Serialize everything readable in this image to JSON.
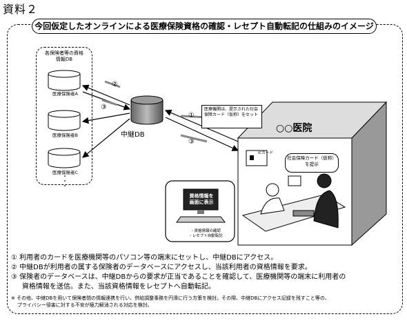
{
  "doc_label": "資料２",
  "title": "今回仮定したオンラインによる医療保険資格の確認・レセプト自動転記の仕組みのイメージ",
  "db_group": {
    "title": "各保険者等の資格情報DB",
    "insurers": [
      "医療保険者A",
      "医療保険者B",
      "医療保険者C"
    ],
    "ellipsis": "・\n・\n・"
  },
  "relay_db_label": "中継DB",
  "arrow_numbers": {
    "two": "②",
    "three_left": "③",
    "one": "①",
    "three_right": "③"
  },
  "hospital_name": "○○医院",
  "callout_clinic": "医療機関は、提示された社会保障カード（仮称）をセット",
  "ic_card_label": "ICカード",
  "callout_patient": "社会保障カード（仮称）を提示",
  "pc_screen_text": "資格情報を画面に表示",
  "pc_caption": "・資格情報の確認\n・レセプト自動転記",
  "steps": [
    "①  利用者のカードを医療機関等のパソコン等の端末にセットし、中継DBにアクセス。",
    "②  中継DBが利用者の属する保険者のデータベースにアクセスし、当該利用者の資格情報を要求。",
    "③  保険者のデータベースは、中継DBからの要求が正当であることを確認して、医療機関等の端末に利用者の",
    "     資格情報を送信。また、当該資格情報をレセプトへ自動転記。"
  ],
  "note_lines": [
    "※ その他、中継DBを用いて保険者間の情報連携を行い、併給調整事務を円滑に行う方策を検討。その際、中継DBにアクセス記録を残すこと等の、",
    "    プライバシー侵害に対する不安が極力解消される対応を検討。"
  ]
}
